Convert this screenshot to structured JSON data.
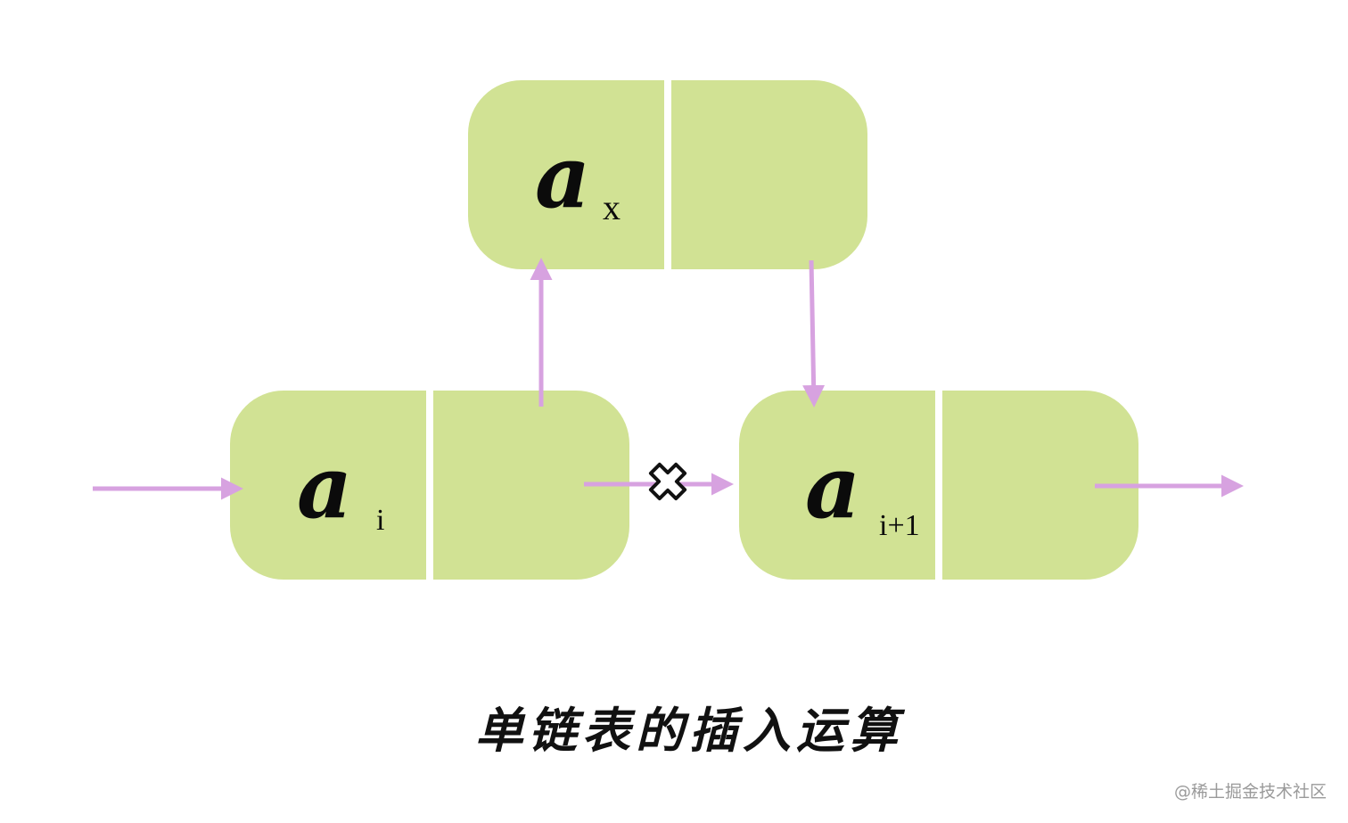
{
  "colors": {
    "node_fill": "#d1e294",
    "divider": "#ffffff",
    "arrow": "#d7a2e0",
    "text": "#0b0b0b",
    "watermark": "#9a9a9a"
  },
  "nodes": {
    "new_node": {
      "data_label": "a",
      "subscript": "x"
    },
    "node_i": {
      "data_label": "a",
      "subscript": "i"
    },
    "node_i_plus_1": {
      "data_label": "a",
      "subscript": "i+1"
    }
  },
  "broken_link_icon": "cross-icon",
  "caption": "单链表的插入运算",
  "watermark": "@稀土掘金技术社区"
}
